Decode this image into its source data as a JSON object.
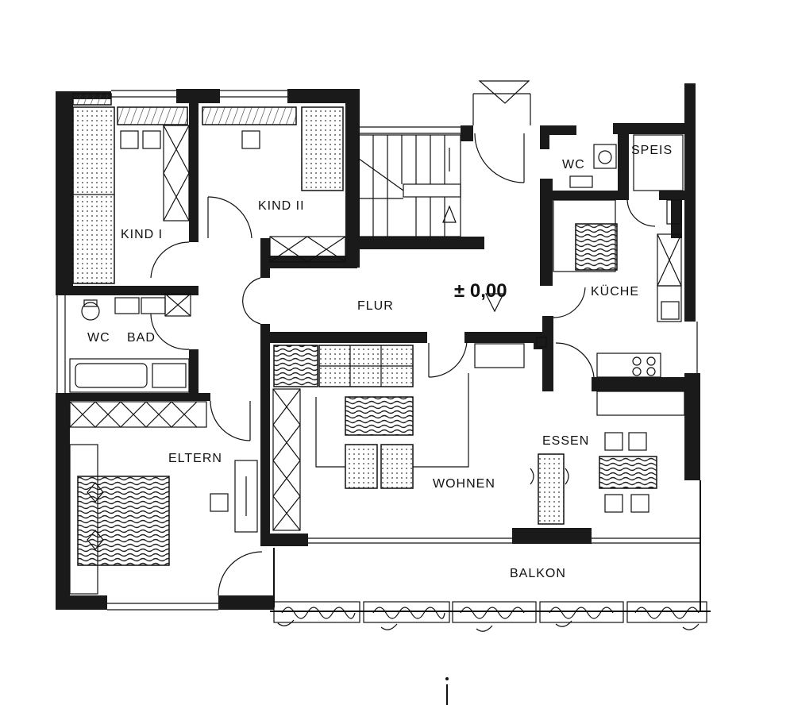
{
  "rooms": {
    "kind_1": "KIND I",
    "kind_2": "KIND II",
    "wc_top": "WC",
    "speis": "SPEIS",
    "kueche": "KÜCHE",
    "flur": "FLUR",
    "wc_bad_wc": "WC",
    "wc_bad_bad": "BAD",
    "eltern": "ELTERN",
    "wohnen": "WOHNEN",
    "essen": "ESSEN",
    "balkon": "BALKON"
  },
  "level_marker": "± 0,00"
}
